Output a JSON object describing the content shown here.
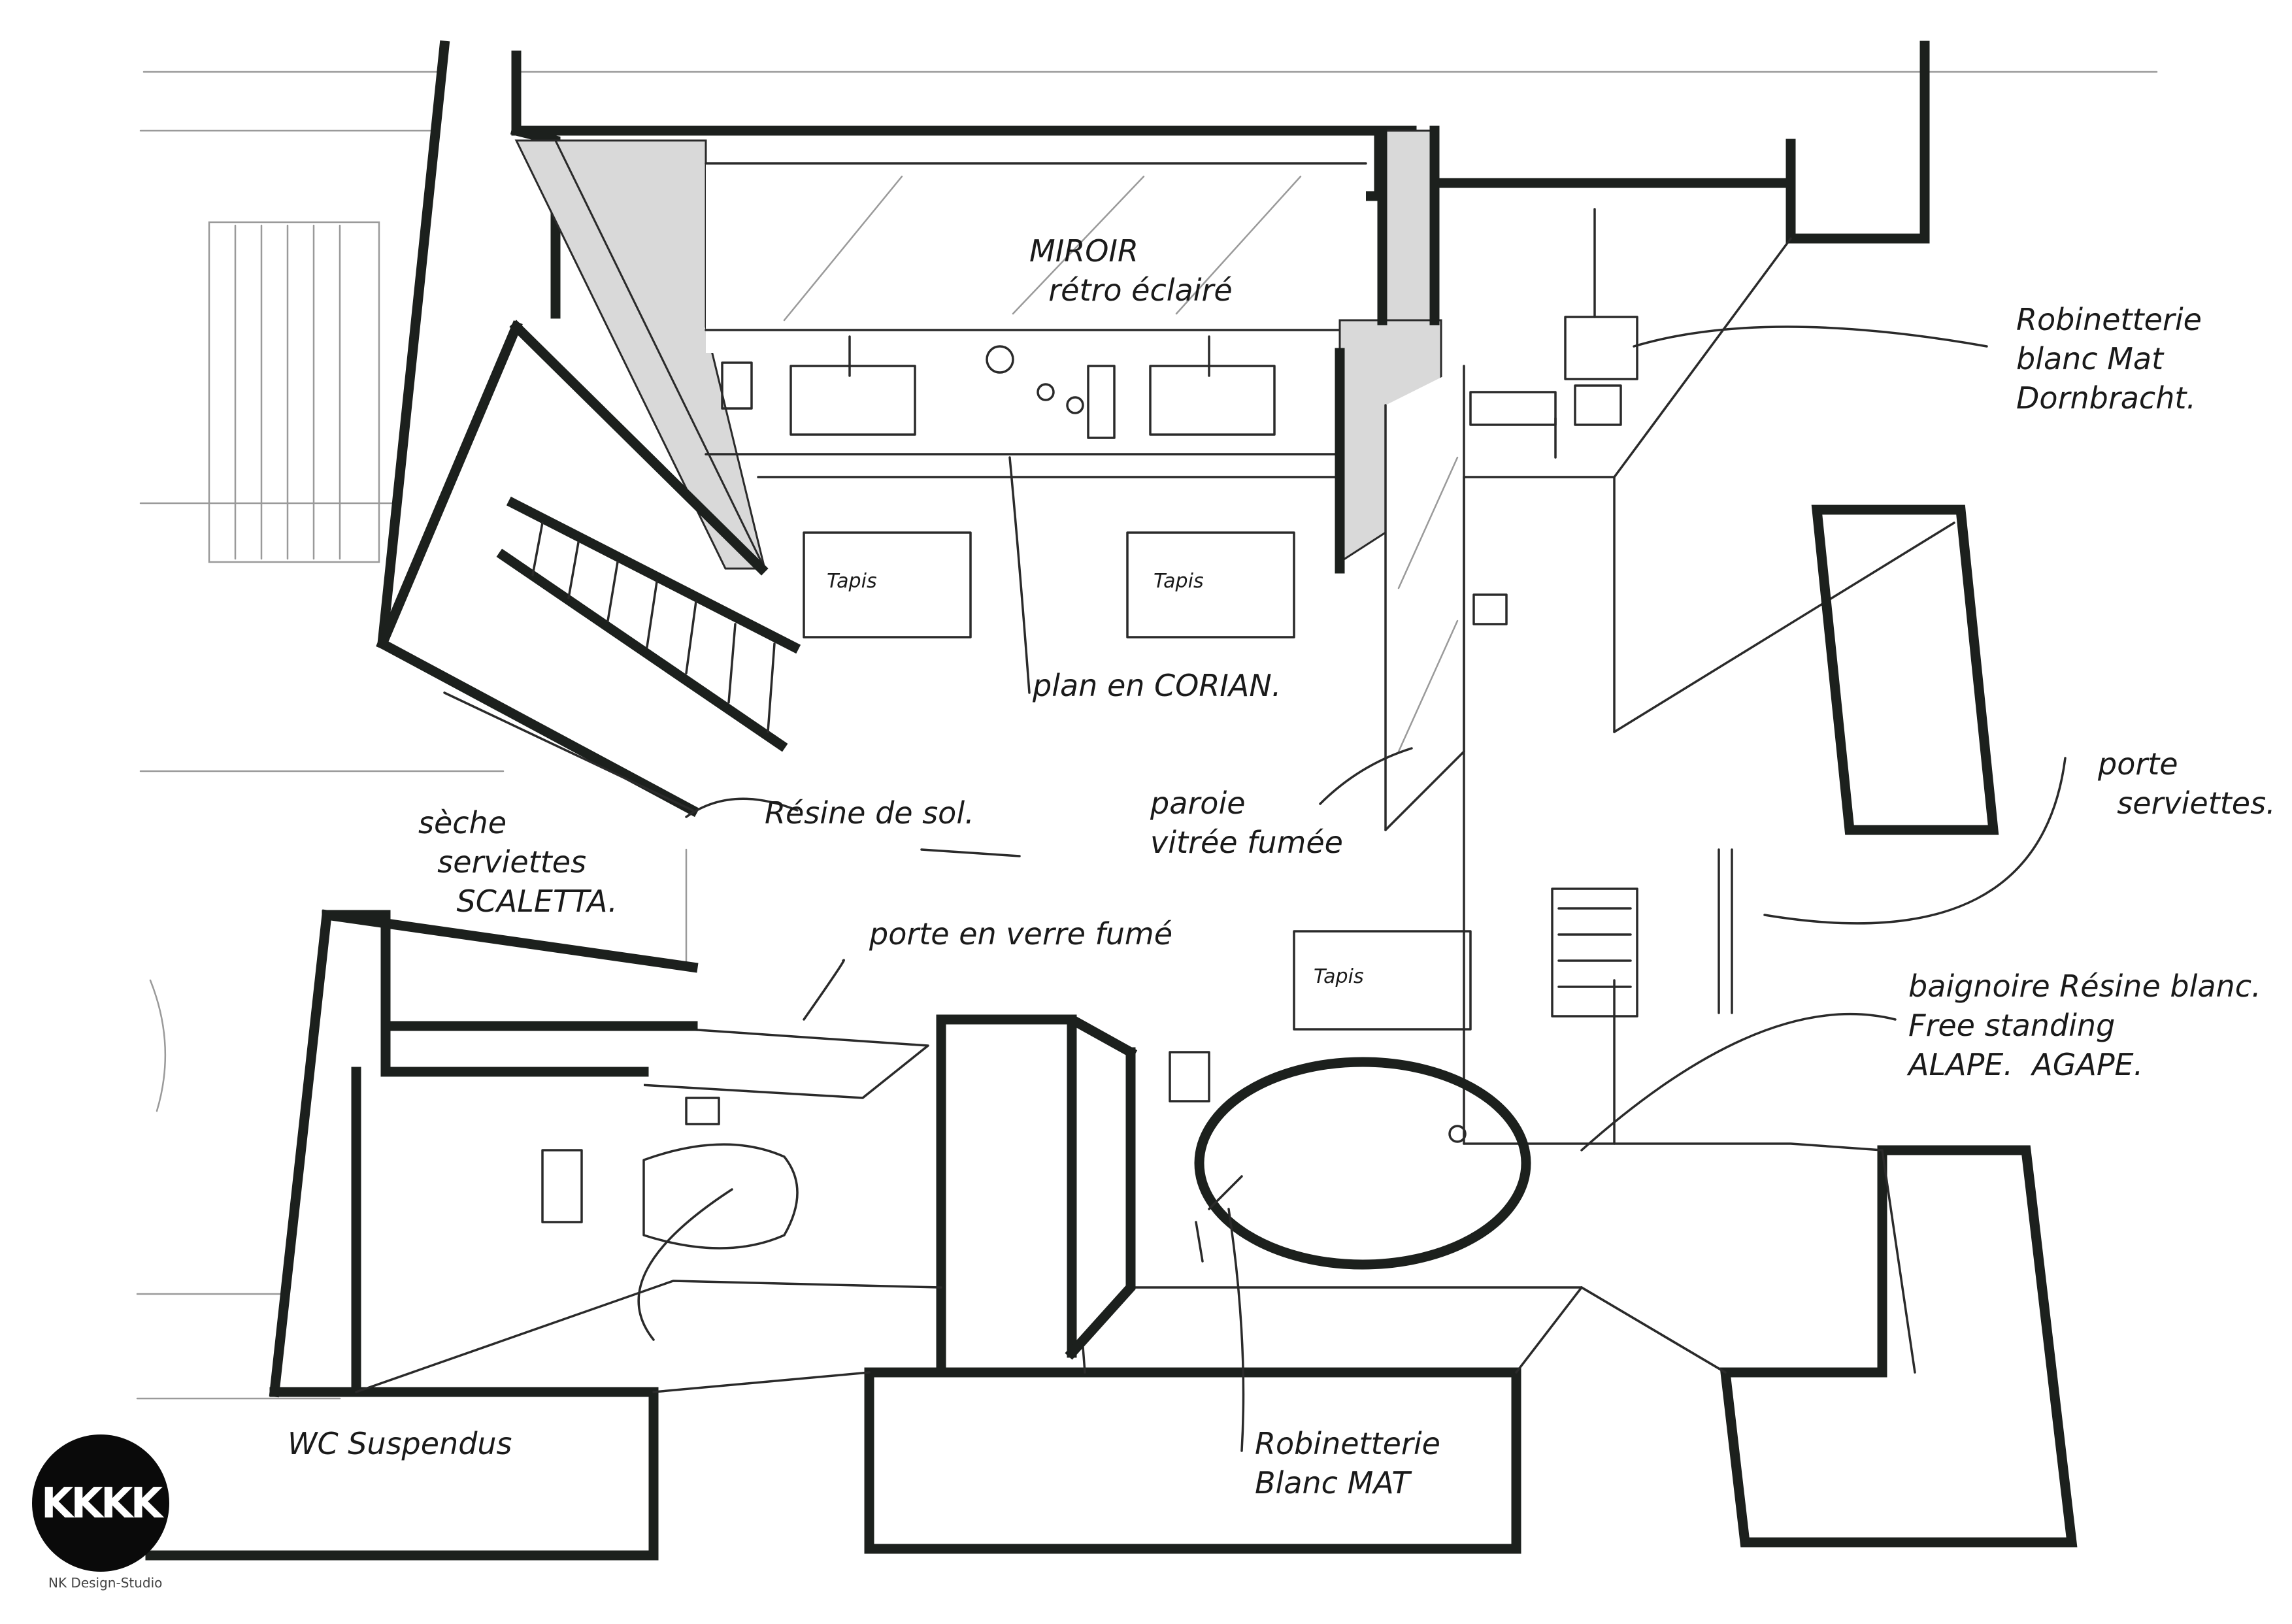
{
  "logo": {
    "mark": "KKKK",
    "studio": "NK Design-Studio"
  },
  "rugs": [
    "Tapis",
    "Tapis",
    "Tapis"
  ],
  "annotations": {
    "mirror": "MIROIR\n  rétro éclairé",
    "faucets_top": "Robinetterie\nblanc Mat\nDornbracht.",
    "counter": "plan en CORIAN.",
    "towel_dryer": "sèche\n  serviettes\n    SCALETTA.",
    "floor": "Résine de sol.",
    "glass_partition": "paroie\nvitrée fumée",
    "towel_holder": "porte\n  serviettes.",
    "smoked_glass_door": "porte en verre fumé",
    "bathtub": "baignoire Résine blanc.\nFree standing\nALAPE.  AGAPE.",
    "wc": "WC Suspendus",
    "faucets_bottom": "Robinetterie\nBlanc MAT"
  },
  "colors": {
    "wall": "#1c201d",
    "shade": "#d9d9d9",
    "logo": "#0a0a0a"
  }
}
